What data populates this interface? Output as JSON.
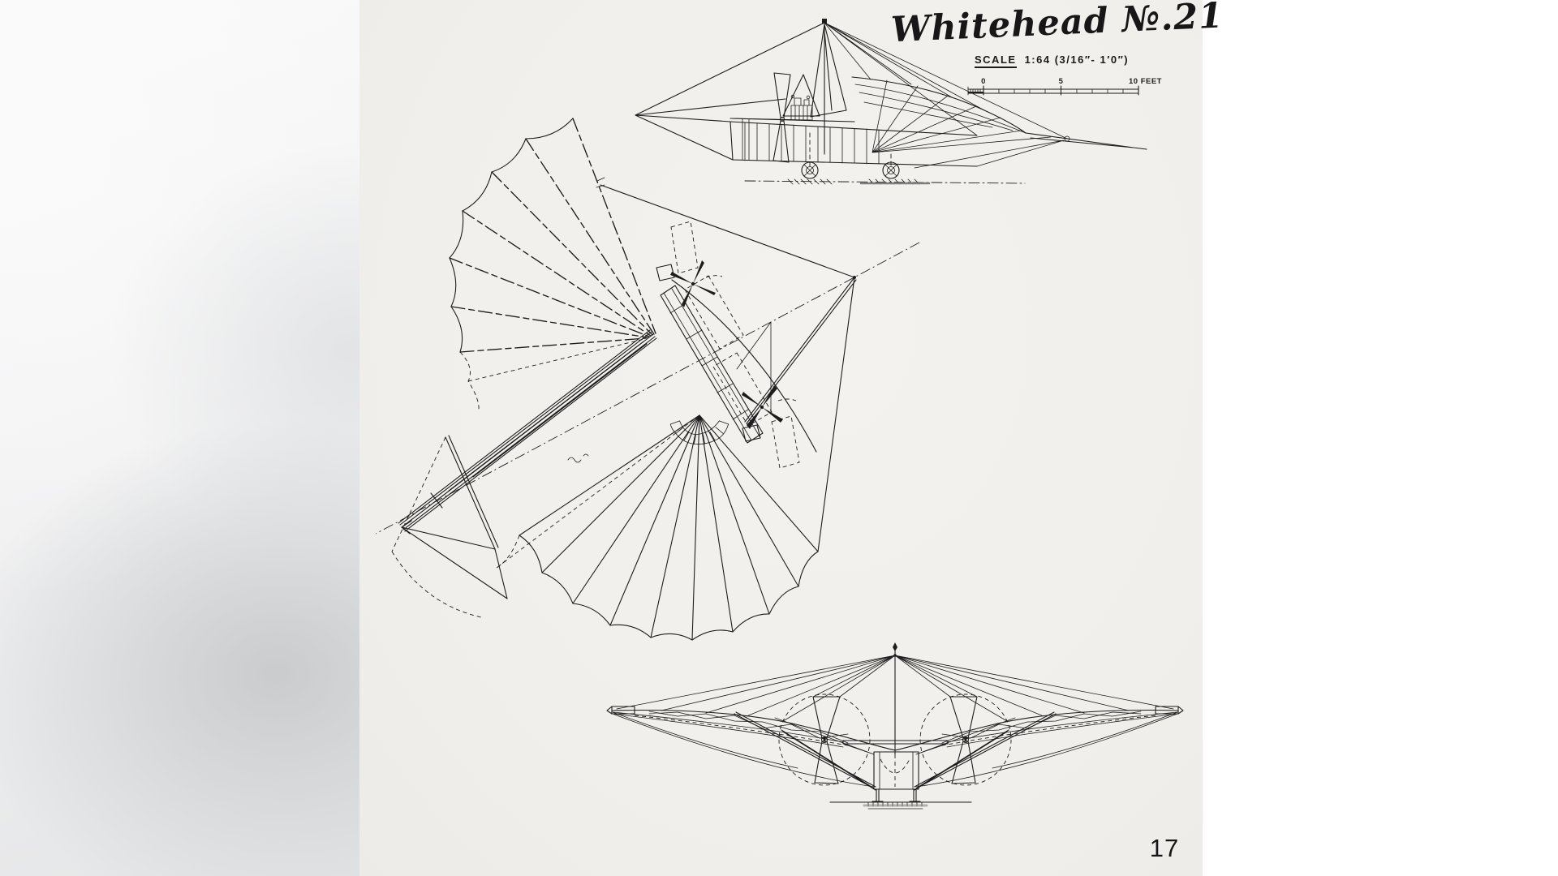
{
  "colors": {
    "ink": "#1d1d1d",
    "paper": "#f2f0ec"
  },
  "title": "Whitehead №.21",
  "scale": {
    "word": "SCALE",
    "value": "1:64  (3/16″- 1′0″)"
  },
  "scale_bar": {
    "zero": "0",
    "five": "5",
    "ten": "10 FEET"
  },
  "page_number": "17"
}
